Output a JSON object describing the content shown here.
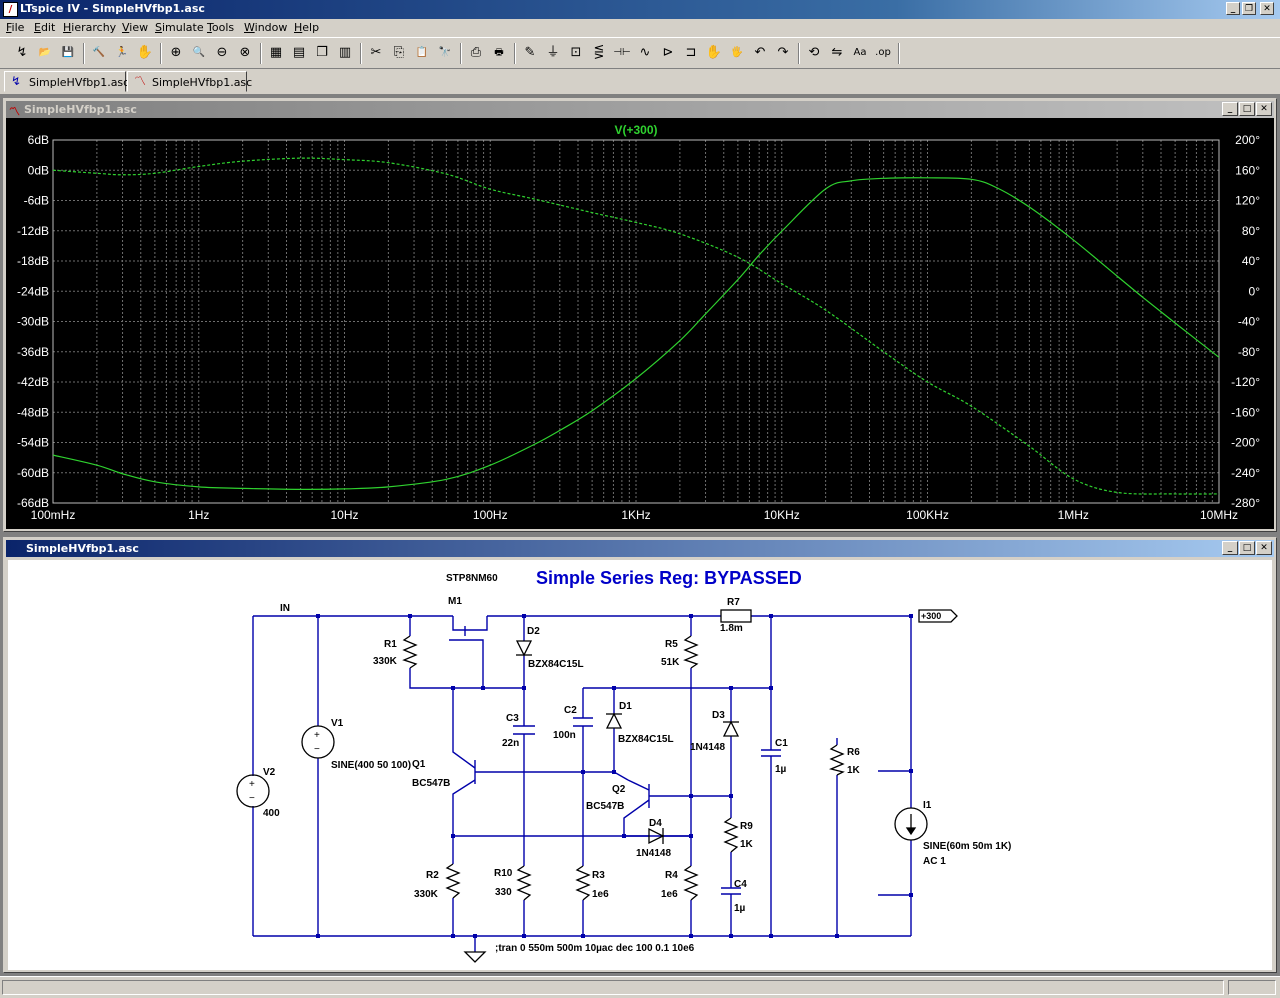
{
  "window": {
    "title": "LTspice IV - SimpleHVfbp1.asc",
    "app_icon": "ltspice-logo-icon",
    "controls": [
      "_",
      "❐",
      "✕"
    ]
  },
  "menu": [
    "File",
    "Edit",
    "Hierarchy",
    "View",
    "Simulate",
    "Tools",
    "Window",
    "Help"
  ],
  "toolbar": [
    {
      "name": "new-schematic-icon",
      "glyph": "↯"
    },
    {
      "name": "open-icon",
      "glyph": "📂"
    },
    {
      "name": "save-icon",
      "glyph": "💾"
    },
    {
      "name": "control-panel-icon",
      "glyph": "🔨"
    },
    {
      "name": "run-icon",
      "glyph": "🏃"
    },
    {
      "name": "halt-icon",
      "glyph": "✋"
    },
    {
      "name": "zoom-in-icon",
      "glyph": "⊕"
    },
    {
      "name": "pan-icon",
      "glyph": "🔍"
    },
    {
      "name": "zoom-out-icon",
      "glyph": "⊖"
    },
    {
      "name": "zoom-fit-icon",
      "glyph": "⊗"
    },
    {
      "name": "autorange-icon",
      "glyph": "▦"
    },
    {
      "name": "tile-horizontal-icon",
      "glyph": "▤"
    },
    {
      "name": "cascade-icon",
      "glyph": "❐"
    },
    {
      "name": "tile-vertical-icon",
      "glyph": "▥"
    },
    {
      "name": "cut-icon",
      "glyph": "✂"
    },
    {
      "name": "copy-icon",
      "glyph": "⎘"
    },
    {
      "name": "paste-icon",
      "glyph": "📋"
    },
    {
      "name": "find-icon",
      "glyph": "🔭"
    },
    {
      "name": "print-setup-icon",
      "glyph": "⎙"
    },
    {
      "name": "print-icon",
      "glyph": "🖶"
    },
    {
      "name": "wire-icon",
      "glyph": "✎"
    },
    {
      "name": "ground-icon",
      "glyph": "⏚"
    },
    {
      "name": "label-net-icon",
      "glyph": "⊡"
    },
    {
      "name": "resistor-icon",
      "glyph": "⋚"
    },
    {
      "name": "capacitor-icon",
      "glyph": "⊣⊢"
    },
    {
      "name": "inductor-icon",
      "glyph": "∿"
    },
    {
      "name": "diode-icon",
      "glyph": "⊳"
    },
    {
      "name": "component-icon",
      "glyph": "⊐"
    },
    {
      "name": "move-icon",
      "glyph": "✋"
    },
    {
      "name": "drag-icon",
      "glyph": "🖐"
    },
    {
      "name": "undo-icon",
      "glyph": "↶"
    },
    {
      "name": "redo-icon",
      "glyph": "↷"
    },
    {
      "name": "rotate-icon",
      "glyph": "⟲"
    },
    {
      "name": "mirror-icon",
      "glyph": "⇋"
    },
    {
      "name": "text-icon",
      "glyph": "Aa"
    },
    {
      "name": "spice-directive-icon",
      "glyph": ".op"
    }
  ],
  "tabs": [
    {
      "label": "SimpleHVfbp1.asc",
      "icon": "schematic-icon"
    },
    {
      "label": "SimpleHVfbp1.asc",
      "icon": "waveform-icon"
    }
  ],
  "plot_window": {
    "title": "SimpleHVfbp1.asc",
    "trace_label": "V(+300)",
    "colors": {
      "background": "#000000",
      "trace": "#2fd12f",
      "grid": "#6e6e6e",
      "axis_text": "#ffffff",
      "label": "#2fd12f"
    }
  },
  "schematic_window": {
    "title": "SimpleHVfbp1.asc",
    "heading": "Simple Series Reg: BYPASSED",
    "mosfet_model": "STP8NM60",
    "directive": ";tran 0 550m 500m 10µac dec 100 0.1 10e6",
    "net_label_in": "IN",
    "net_label_out": "+300",
    "colors": {
      "wire": "#0000aa",
      "heading": "#0000c8",
      "text": "#000000",
      "background": "#ffffff"
    },
    "labels": {
      "M1": "M1",
      "R1": "R1",
      "R1v": "330K",
      "D2": "D2",
      "D2v": "BZX84C15L",
      "R7": "R7",
      "R7v": "1.8m",
      "R5": "R5",
      "R5v": "51K",
      "C3": "C3",
      "C3v": "22n",
      "C2": "C2",
      "C2v": "100n",
      "D1": "D1",
      "D1v": "BZX84C15L",
      "D3": "D3",
      "D3v": "1N4148",
      "C1": "C1",
      "C1v": "1µ",
      "R6": "R6",
      "R6v": "1K",
      "V1": "V1",
      "V1v": "SINE(400 50 100)",
      "V2": "V2",
      "V2v": "400",
      "Q1": "Q1",
      "Q1v": "BC547B",
      "Q2": "Q2",
      "Q2v": "BC547B",
      "D4": "D4",
      "D4v": "1N4148",
      "R9": "R9",
      "R9v": "1K",
      "I1": "I1",
      "I1v": "SINE(60m 50m 1K)",
      "I1ac": "AC 1",
      "R2": "R2",
      "R2v": "330K",
      "R10": "R10",
      "R10v": "330",
      "R3": "R3",
      "R3v": "1e6",
      "R4": "R4",
      "R4v": "1e6",
      "C4": "C4",
      "C4v": "1µ"
    }
  },
  "chart_data": {
    "type": "line",
    "title": "V(+300)",
    "x_scale": "log",
    "xlim": [
      0.1,
      10000000
    ],
    "x_ticks": [
      "100mHz",
      "1Hz",
      "10Hz",
      "100Hz",
      "1KHz",
      "10KHz",
      "100KHz",
      "1MHz",
      "10MHz"
    ],
    "y_left_ticks": [
      "6dB",
      "0dB",
      "-6dB",
      "-12dB",
      "-18dB",
      "-24dB",
      "-30dB",
      "-36dB",
      "-42dB",
      "-48dB",
      "-54dB",
      "-60dB",
      "-66dB"
    ],
    "y_right_ticks": [
      "200°",
      "160°",
      "120°",
      "80°",
      "40°",
      "0°",
      "-40°",
      "-80°",
      "-120°",
      "-160°",
      "-200°",
      "-240°",
      "-280°"
    ],
    "ylim_left": [
      -66,
      6
    ],
    "ylim_right": [
      -280,
      200
    ],
    "grid": true,
    "series": [
      {
        "axis": "left",
        "style": "solid",
        "x": [
          0.1,
          0.2,
          0.3,
          0.5,
          1,
          2,
          5,
          10,
          20,
          50,
          100,
          200,
          300,
          500,
          1000,
          2000,
          3000,
          5000,
          7000,
          10000,
          20000,
          30000,
          50000,
          100000,
          200000,
          300000,
          500000,
          1000000,
          2000000,
          3000000,
          5000000,
          10000000
        ],
        "y": [
          -56.5,
          -58.5,
          -60.2,
          -61.8,
          -62.8,
          -63.1,
          -63.3,
          -63.2,
          -62.8,
          -61.3,
          -58.5,
          -54.4,
          -51.6,
          -47.7,
          -41.3,
          -33.8,
          -28.5,
          -21.7,
          -16.8,
          -12.1,
          -3.7,
          -2.1,
          -1.6,
          -1.5,
          -1.8,
          -3.5,
          -7.3,
          -13.8,
          -21.0,
          -25.2,
          -30.3,
          -37.1
        ]
      },
      {
        "axis": "right",
        "style": "dashed",
        "x": [
          0.1,
          0.2,
          0.3,
          0.5,
          1,
          2,
          5,
          10,
          20,
          50,
          100,
          200,
          500,
          1000,
          2000,
          5000,
          10000,
          20000,
          50000,
          100000,
          200000,
          500000,
          1000000,
          2000000,
          5000000,
          10000000
        ],
        "y": [
          160,
          156,
          154,
          156,
          165,
          172,
          176,
          174,
          170,
          155,
          135,
          122,
          104,
          91,
          76,
          45,
          10,
          -25,
          -80,
          -120,
          -152,
          -205,
          -248,
          -266,
          -268,
          -268
        ]
      }
    ]
  }
}
